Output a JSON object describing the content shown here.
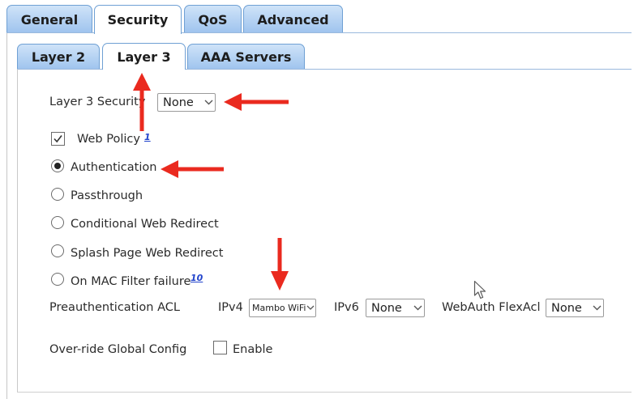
{
  "tabs": [
    {
      "label": "General"
    },
    {
      "label": "Security"
    },
    {
      "label": "QoS"
    },
    {
      "label": "Advanced"
    }
  ],
  "sub_tabs": [
    {
      "label": "Layer 2"
    },
    {
      "label": "Layer 3"
    },
    {
      "label": "AAA Servers"
    }
  ],
  "form": {
    "layer3_security": {
      "label": "Layer 3 Security",
      "value": "None"
    },
    "web_policy": {
      "label": "Web Policy",
      "checked": true,
      "note": "1"
    },
    "options": [
      {
        "label": "Authentication",
        "selected": true
      },
      {
        "label": "Passthrough",
        "selected": false
      },
      {
        "label": "Conditional Web Redirect",
        "selected": false
      },
      {
        "label": "Splash Page Web Redirect",
        "selected": false
      },
      {
        "label": "On MAC Filter failure",
        "selected": false,
        "note": "10"
      }
    ],
    "preauth_acl": {
      "label": "Preauthentication ACL",
      "ipv4_label": "IPv4",
      "ipv4_value": "Mambo WiFi",
      "ipv6_label": "IPv6",
      "ipv6_value": "None",
      "webauth_label": "WebAuth FlexAcl",
      "webauth_value": "None"
    },
    "override": {
      "label": "Over-ride Global Config",
      "enable_label": "Enable",
      "checked": false
    }
  },
  "colors": {
    "tab": "#a9cbf1",
    "tab_border": "#6fa0d4",
    "annotation": "#ea2a1f",
    "link": "#2244cc"
  }
}
